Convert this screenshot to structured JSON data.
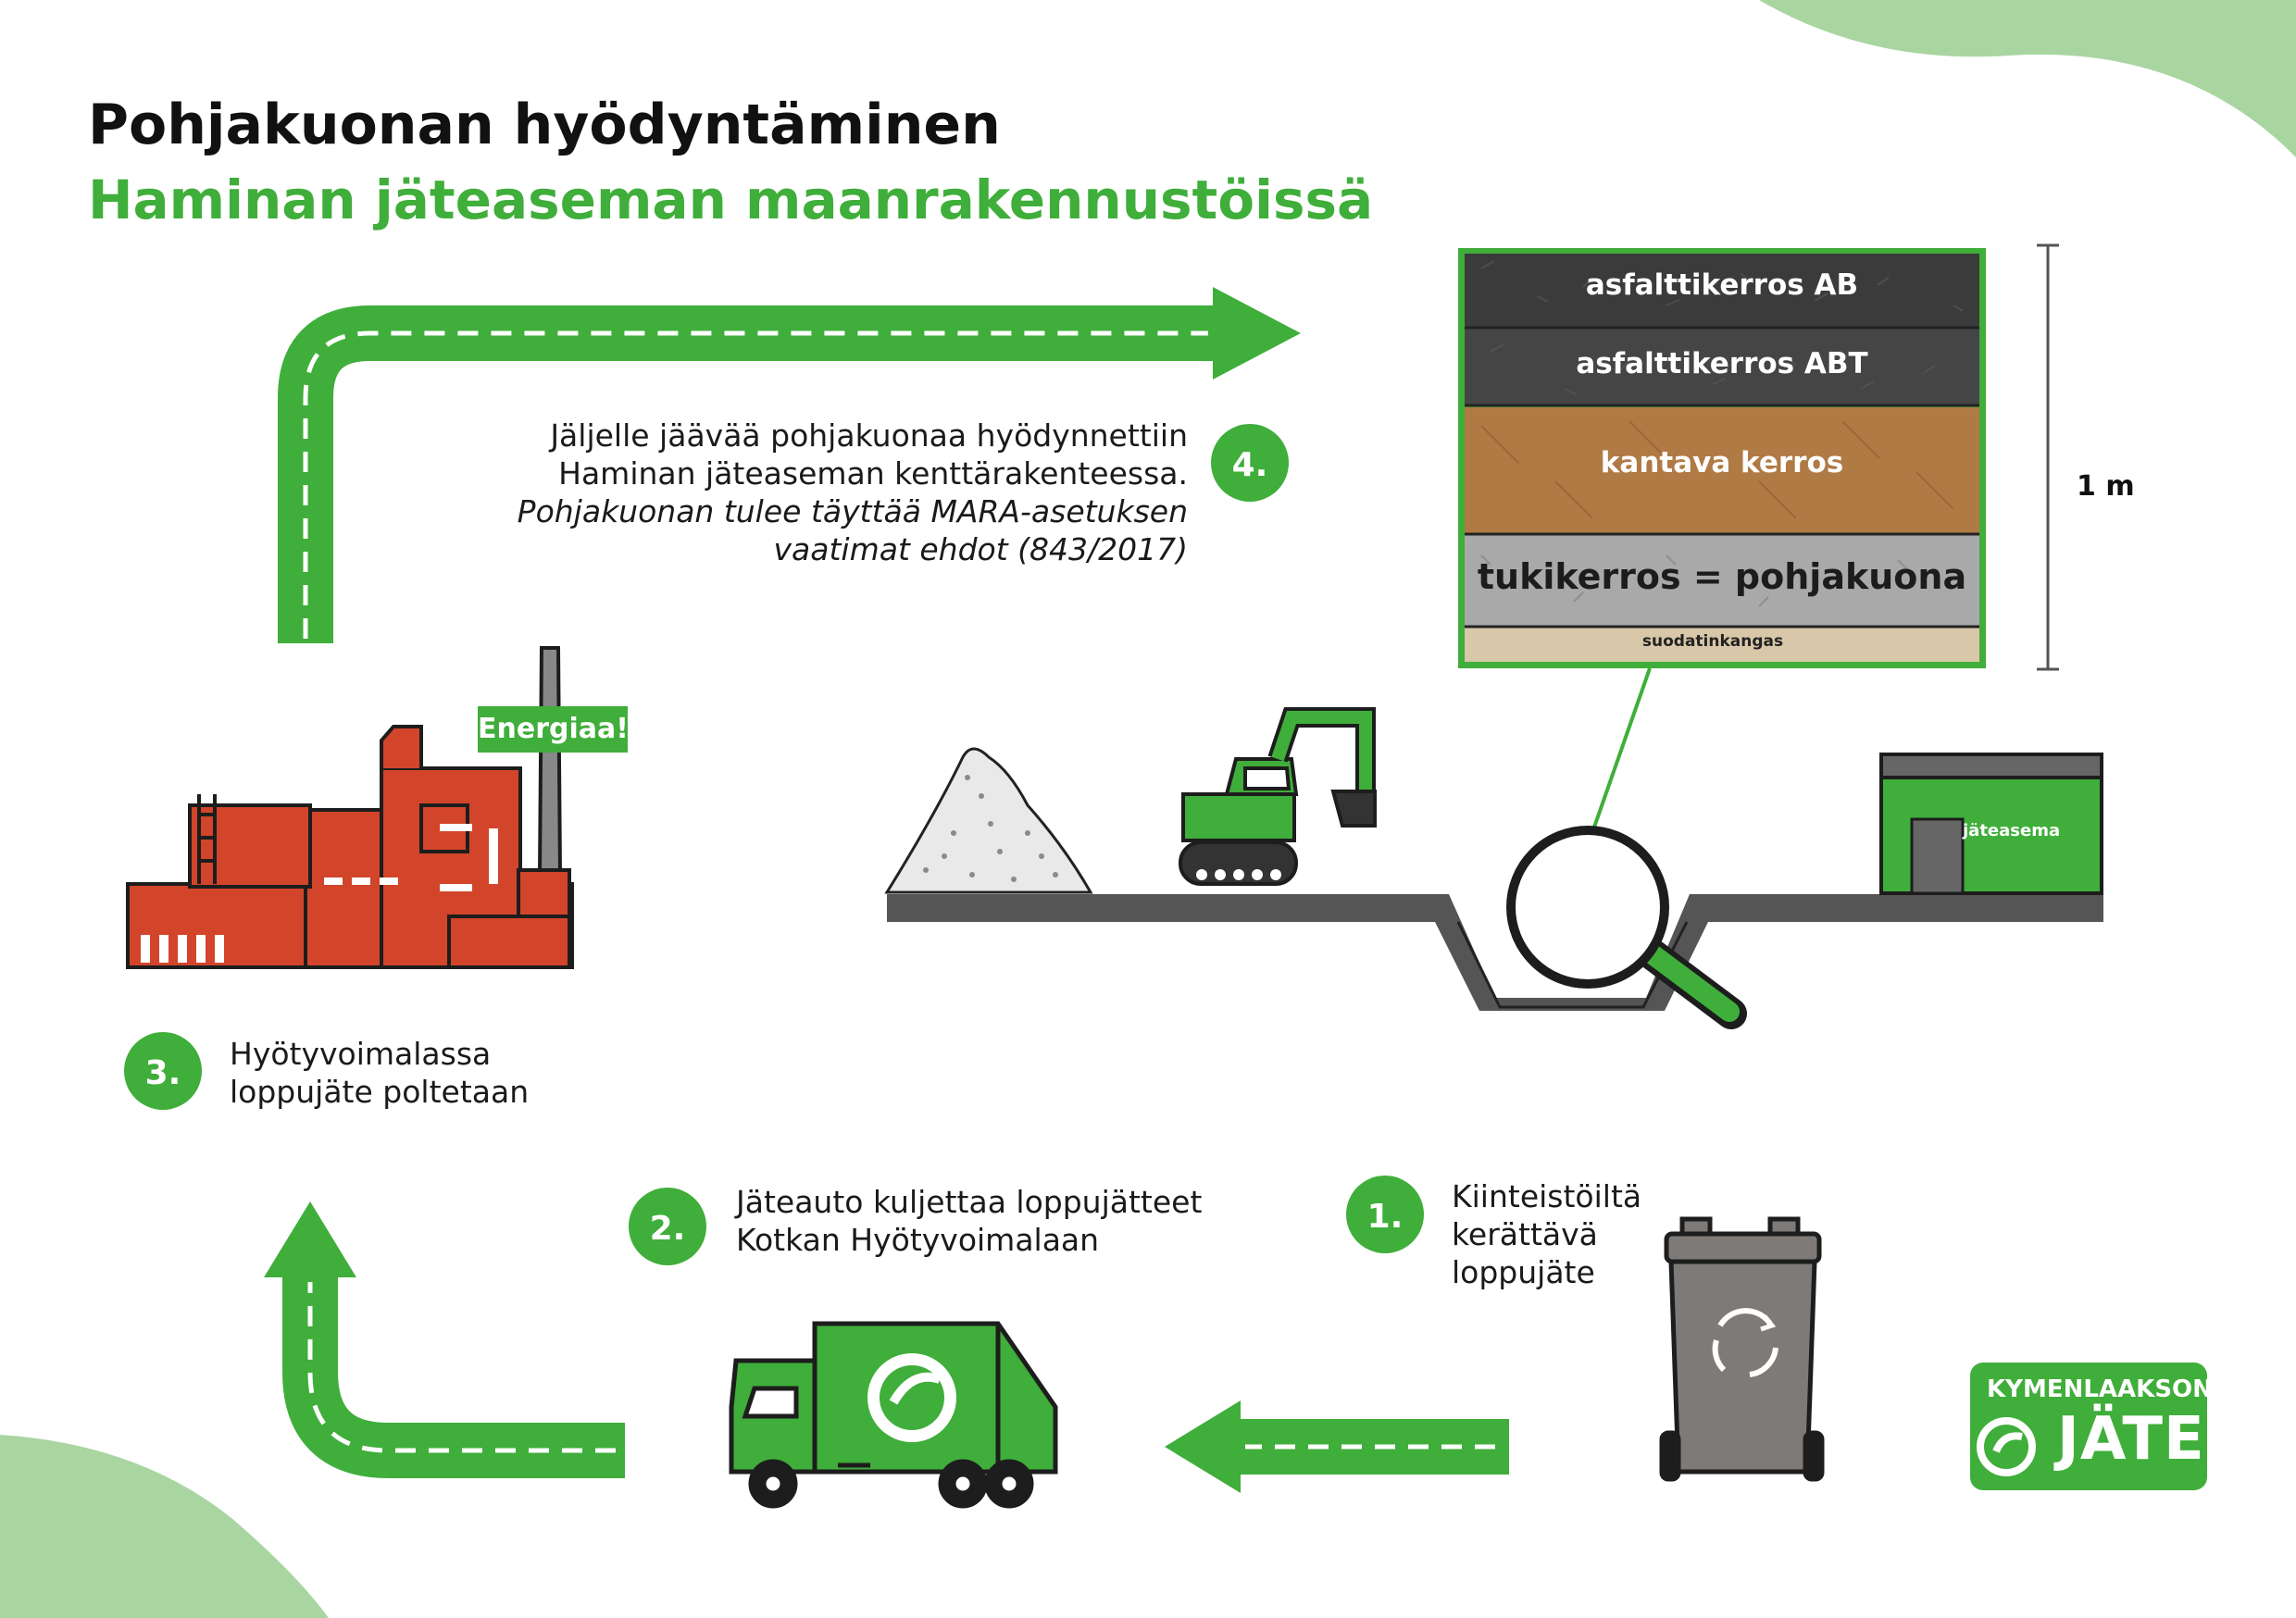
{
  "header": {
    "title": "Pohjakuonan hyödyntäminen",
    "subtitle": "Haminan jäteaseman maanrakennustöissä"
  },
  "steps": [
    {
      "number": "1.",
      "lines": [
        "Kiinteistöiltä",
        "kerättävä",
        "loppujäte"
      ]
    },
    {
      "number": "2.",
      "lines": [
        "Jäteauto kuljettaa loppujätteet",
        "Kotkan Hyötyvoimalaan"
      ]
    },
    {
      "number": "3.",
      "lines": [
        "Hyötyvoimalassa",
        "loppujäte poltetaan"
      ]
    },
    {
      "number": "4.",
      "lines": [
        "Jäljelle jäävää pohjakuonaa hyödynnettiin",
        "Haminan jäteaseman kenttärakenteessa."
      ],
      "italic_lines": [
        "Pohjakuonan tulee täyttää MARA-asetuksen",
        "vaatimat ehdot (843/2017)"
      ]
    }
  ],
  "layers": [
    "asfalttikerros AB",
    "asfalttikerros ABT",
    "kantava kerros",
    "tukikerros = pohjakuona",
    "suodatinkangas"
  ],
  "scale_label": "1 m",
  "energy_label": "Energiaa!",
  "station_label": "jäteasema",
  "logo": {
    "top": "KYMENLAAKSON",
    "bottom": "JÄTE"
  },
  "colors": {
    "brand_green": "#3fae3a",
    "light_green": "#a8d5a0",
    "plant_red": "#d2452a",
    "asphalt": "#3b3b3b",
    "base_brown": "#b07a45",
    "slag_grey": "#a9a9a9",
    "filter_beige": "#d8c7a8",
    "bin_grey": "#7e7a77"
  },
  "icons": [
    "road-arrow-icon",
    "power-plant-icon",
    "excavator-icon",
    "gravel-pile-icon",
    "magnifier-icon",
    "waste-station-icon",
    "garbage-truck-icon",
    "waste-bin-icon",
    "recycle-icon"
  ]
}
